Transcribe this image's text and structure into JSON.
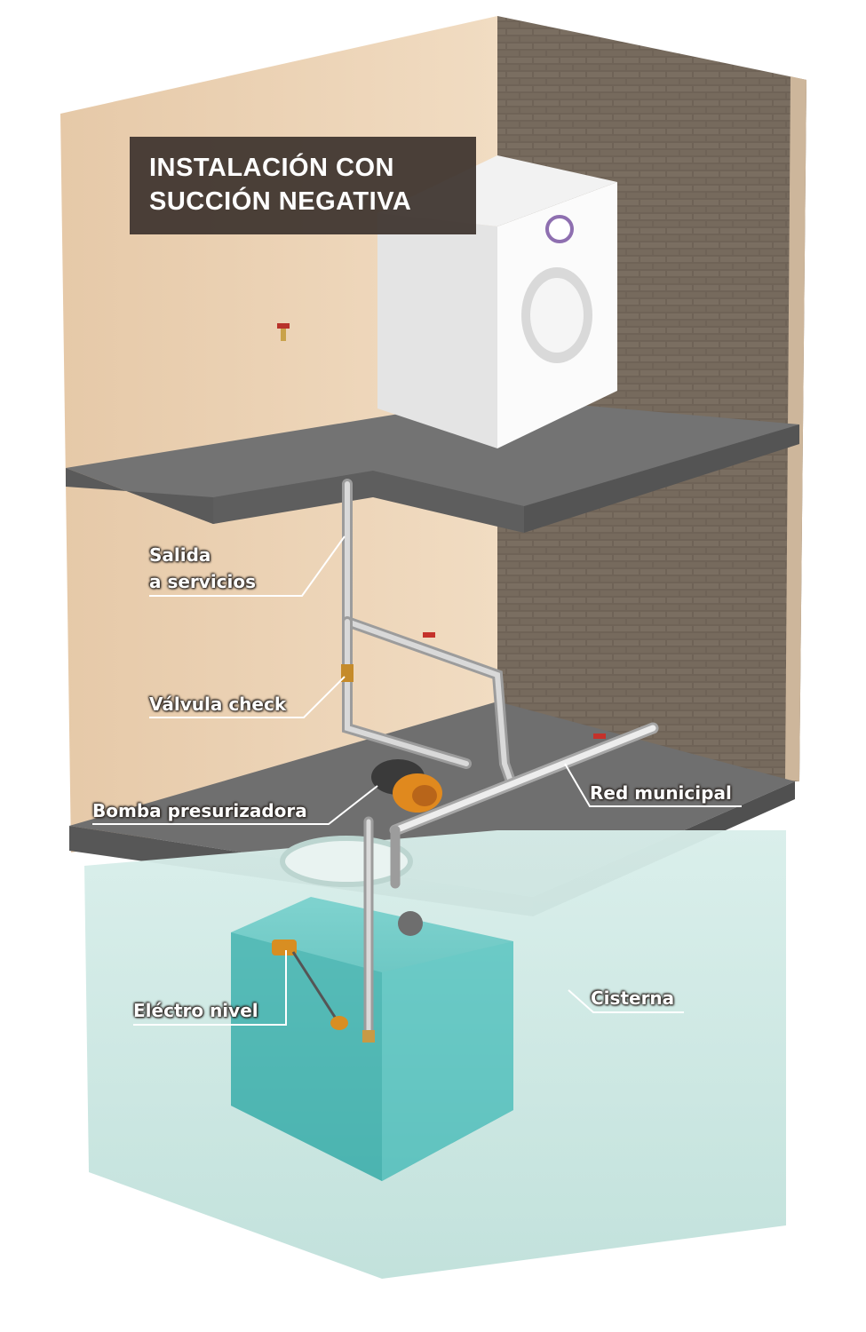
{
  "title": {
    "line1": "INSTALACIÓN CON",
    "line2": "SUCCIÓN NEGATIVA"
  },
  "labels": {
    "salida_line1": "Salida",
    "salida_line2": "a servicios",
    "valvula_check": "Válvula check",
    "bomba": "Bomba presurizadora",
    "red_municipal": "Red municipal",
    "electro_nivel": "Eléctro nivel",
    "cisterna": "Cisterna"
  },
  "colors": {
    "wall_beige": "#e8cfb1",
    "brick_wall": "#6e6256",
    "slab_gray": "#6b6b6b",
    "water": "#5cc3c0",
    "cistern_glass": "#c9e4df",
    "pump_orange": "#e0891e"
  }
}
